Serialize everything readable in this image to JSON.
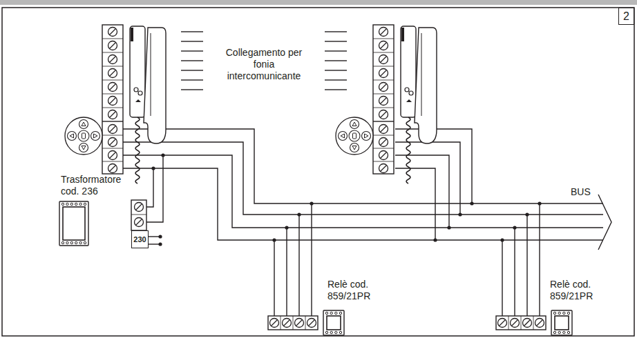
{
  "diagram": {
    "nodes": [
      {
        "text": [
          "2"
        ]
      },
      {
        "text": [
          "230"
        ]
      }
    ],
    "labels": [
      "Collegamento per fonia intercomunicante",
      "Trasformatore cod. 236",
      "BUS",
      "Relè cod. 859/21PR",
      "Relè cod. 859/21PR"
    ]
  }
}
